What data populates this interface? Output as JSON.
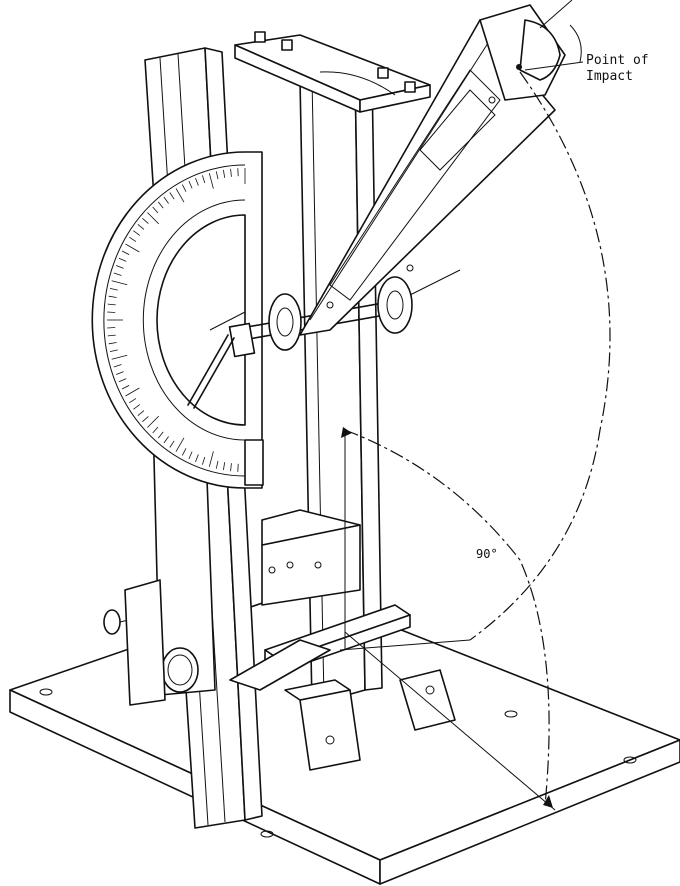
{
  "labels": {
    "impact_line1": "Point of",
    "impact_line2": "Impact",
    "angle": "90°"
  },
  "colors": {
    "ink": "#111111",
    "paper": "#ffffff"
  }
}
